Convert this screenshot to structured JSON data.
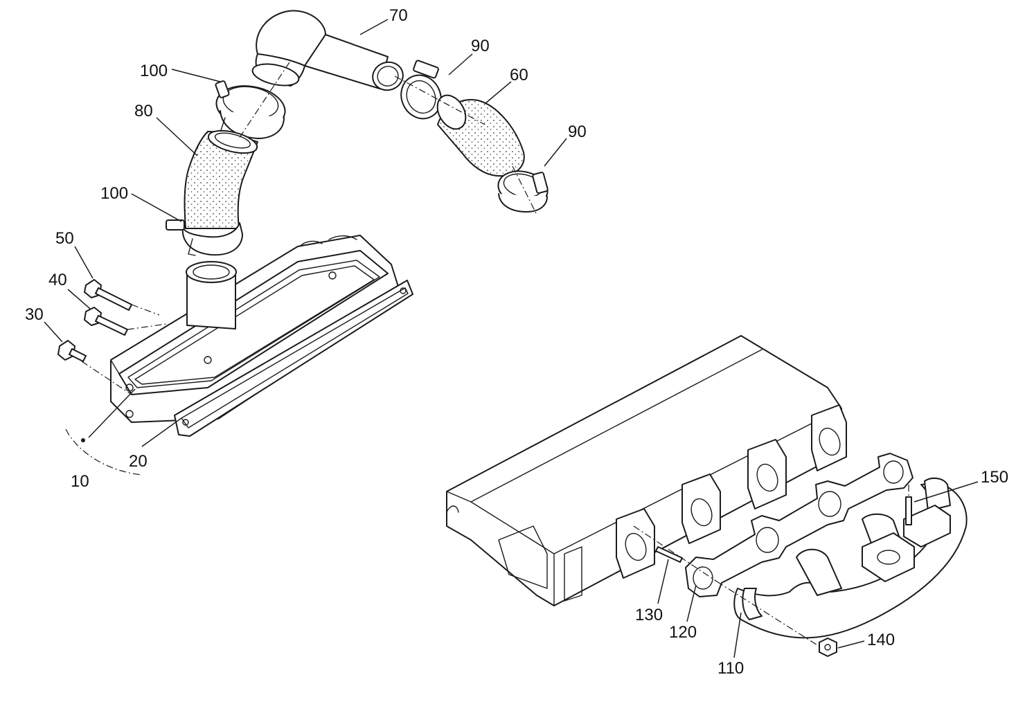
{
  "diagram": {
    "callouts": {
      "c10": "10",
      "c20": "20",
      "c30": "30",
      "c40": "40",
      "c50": "50",
      "c60": "60",
      "c70": "70",
      "c80": "80",
      "c90a": "90",
      "c90b": "90",
      "c100a": "100",
      "c100b": "100",
      "c110": "110",
      "c120": "120",
      "c130": "130",
      "c140": "140",
      "c150": "150"
    },
    "colors": {
      "line": "#1a1a1a",
      "background": "#ffffff"
    }
  }
}
